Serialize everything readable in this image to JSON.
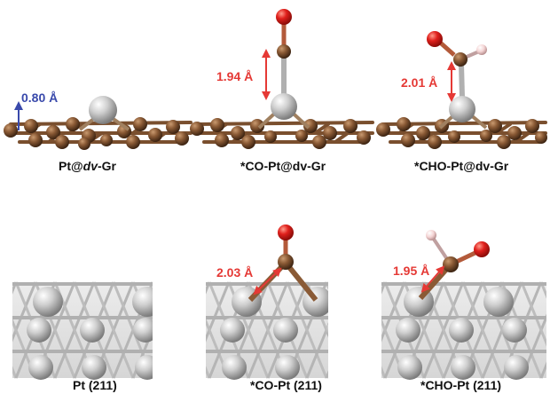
{
  "panels": {
    "pt_dv_gr": {
      "label_pre": "Pt@",
      "label_em": "dv",
      "label_post": "-Gr",
      "height": "0.80 Å"
    },
    "co_pt_dv_gr": {
      "label": "*CO-Pt@dv-Gr",
      "bond": "1.94 Å"
    },
    "cho_pt_dv_gr": {
      "label": "*CHO-Pt@dv-Gr",
      "bond": "2.01 Å"
    },
    "pt_211": {
      "label": "Pt (211)"
    },
    "co_pt_211": {
      "label": "*CO-Pt (211)",
      "bond": "2.03 Å"
    },
    "cho_pt_211": {
      "label": "*CHO-Pt (211)",
      "bond": "1.95 Å"
    }
  },
  "colors": {
    "carbon": "#7a4f2e",
    "platinum": "#c8c8c8",
    "oxygen": "#e0201c",
    "hydrogen": "#f2cfcf",
    "bond_annotation": "#e53935",
    "height_annotation": "#3949ab"
  }
}
